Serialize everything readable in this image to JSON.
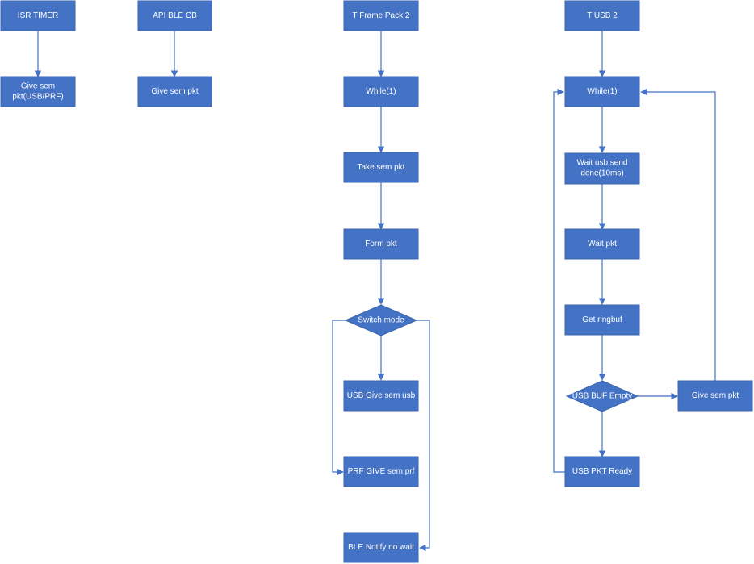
{
  "nodes": {
    "isr_timer": "ISR TIMER",
    "give_sem_pkt_usb_prf": [
      "Give sem",
      "pkt(USB/PRF)"
    ],
    "api_ble_cb": "API BLE CB",
    "give_sem_pkt_a": "Give sem pkt",
    "t_frame_pack_2": "T Frame Pack 2",
    "while_a": "While(1)",
    "take_sem_pkt": "Take sem pkt",
    "form_pkt": "Form pkt",
    "switch_mode": "Switch mode",
    "usb_give_sem_usb": "USB Give sem usb",
    "prf_give_sem_prf": "PRF GIVE sem prf",
    "ble_notify_no_wait": "BLE Notify no wait",
    "t_usb_2": "T USB 2",
    "while_b": "While(1)",
    "wait_usb_send_done": [
      "Wait usb send",
      "done(10ms)"
    ],
    "wait_pkt": "Wait pkt",
    "get_ringbuf": "Get ringbuf",
    "usb_buf_empty": "USB BUF Empty",
    "usb_pkt_ready": "USB PKT Ready",
    "give_sem_pkt_b": "Give sem pkt"
  },
  "colors": {
    "fill": "#4472c4",
    "stroke": "#3a64ad",
    "edge": "#4472c4",
    "text": "#ffffff"
  }
}
